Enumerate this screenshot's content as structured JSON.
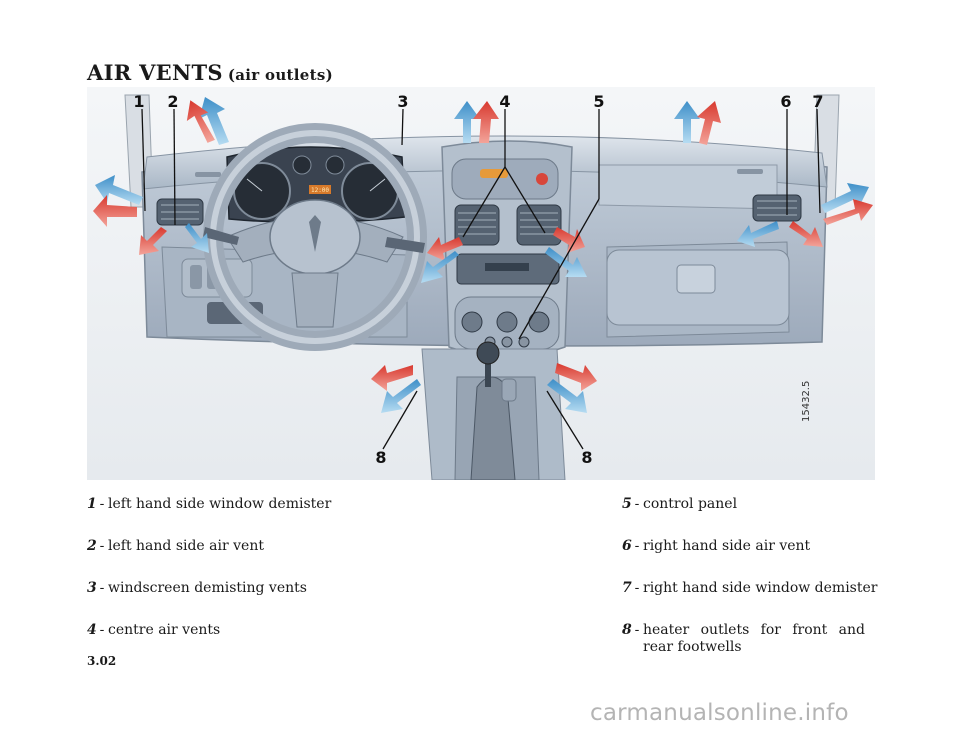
{
  "header": {
    "title": "AIR VENTS",
    "subtitle": "(air outlets)"
  },
  "figure": {
    "callouts": [
      "1",
      "2",
      "3",
      "4",
      "5",
      "6",
      "7",
      "8",
      "8"
    ],
    "reference_code": "15432.5",
    "display_readout": "12:00",
    "colors": {
      "hot_airflow": "#e0463a",
      "cold_airflow": "#4a9bd1",
      "dashboard": "#b7c4d2",
      "callout_line": "#111111"
    }
  },
  "legend": {
    "left": [
      {
        "num": "1",
        "sep": "-",
        "text": "left hand side window demister"
      },
      {
        "num": "2",
        "sep": "-",
        "text": "left hand side air vent"
      },
      {
        "num": "3",
        "sep": "-",
        "text": "windscreen demisting vents"
      },
      {
        "num": "4",
        "sep": "-",
        "text": "centre air vents"
      }
    ],
    "right": [
      {
        "num": "5",
        "sep": "-",
        "text": "control panel"
      },
      {
        "num": "6",
        "sep": "-",
        "text": "right hand side air vent"
      },
      {
        "num": "7",
        "sep": "-",
        "text": "right hand side window demister"
      },
      {
        "num": "8",
        "sep": "-",
        "text": "heater outlets for front and rear footwells"
      }
    ]
  },
  "footer": {
    "page_number": "3.02",
    "watermark": "carmanualsonline.info"
  }
}
